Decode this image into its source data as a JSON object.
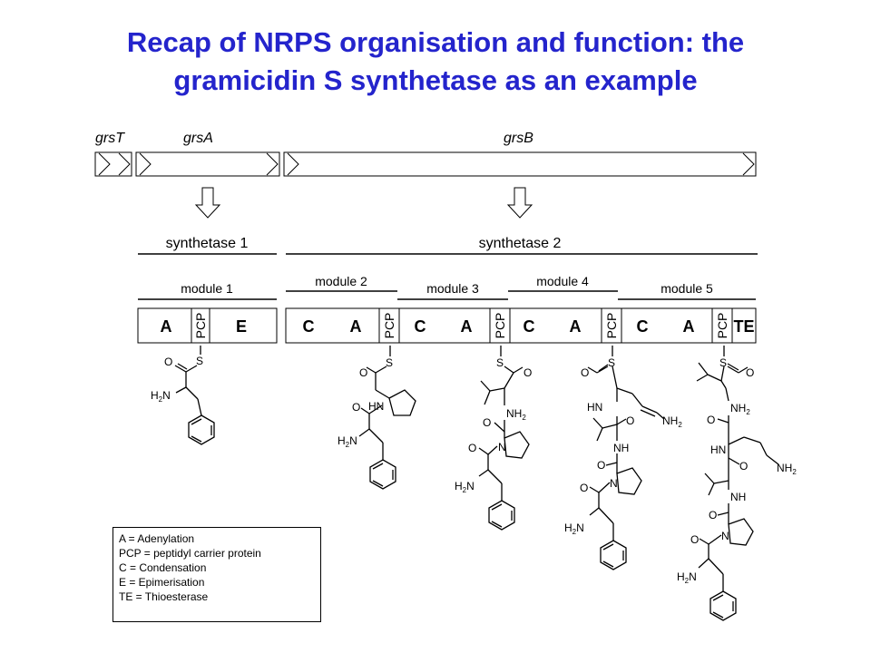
{
  "title": {
    "line1": "Recap of NRPS organisation and function: the",
    "line2": "gramicidin S synthetase as an example",
    "color": "#2424cc"
  },
  "genes": [
    "grsT",
    "grsA",
    "grsB"
  ],
  "synthetases": [
    "synthetase 1",
    "synthetase 2"
  ],
  "modules": [
    "module 1",
    "module 2",
    "module 3",
    "module 4",
    "module 5"
  ],
  "domains": [
    "A",
    "PCP",
    "E",
    "C",
    "A",
    "PCP",
    "C",
    "A",
    "PCP",
    "C",
    "A",
    "PCP",
    "C",
    "A",
    "PCP",
    "TE"
  ],
  "atoms": {
    "O": "O",
    "S": "S",
    "N": "N",
    "H": "H",
    "H2N": "H",
    "NH2": "NH",
    "NH": "NH",
    "HN": "HN",
    "two": "2"
  },
  "legend": [
    "A = Adenylation",
    "PCP = peptidyl carrier protein",
    "C = Condensation",
    "E = Epimerisation",
    "TE = Thioesterase"
  ]
}
